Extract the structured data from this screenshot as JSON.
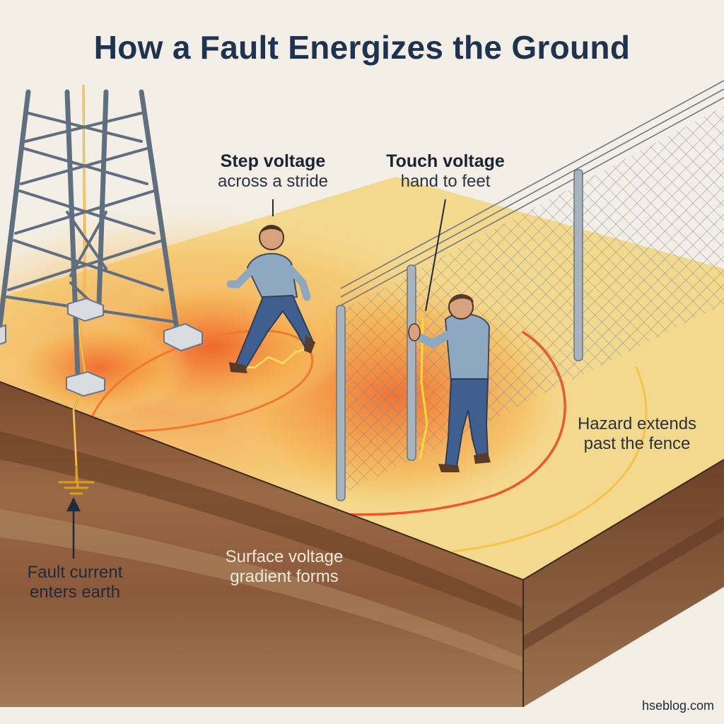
{
  "title": "How a Fault Energizes the Ground",
  "labels": {
    "step_title": "Step voltage",
    "step_sub": "across a stride",
    "touch_title": "Touch voltage",
    "touch_sub": "hand to feet",
    "hazard_line1": "Hazard extends",
    "hazard_line2": "past the fence",
    "gradient_line1": "Surface voltage",
    "gradient_line2": "gradient forms",
    "fault_line1": "Fault current",
    "fault_line2": "enters earth"
  },
  "watermark": "hseblog.com",
  "colors": {
    "background": "#f3efe6",
    "hot_core": "#f26a2e",
    "warm_zone": "#f7c75a",
    "soil": "#8a5a3a",
    "steel": "#5f6f80",
    "title": "#1e3350"
  }
}
